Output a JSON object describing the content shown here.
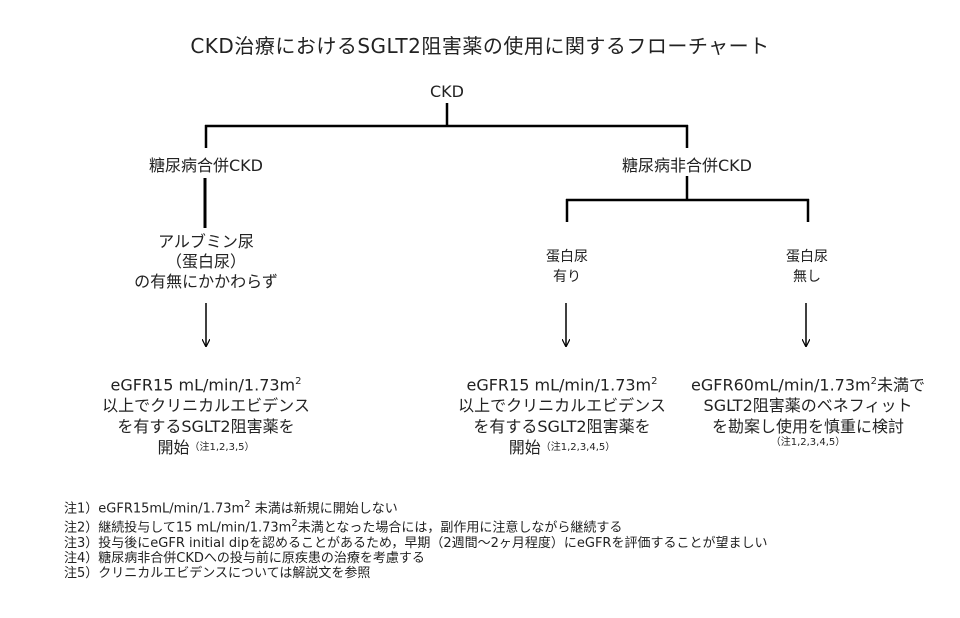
{
  "title": "CKD治療におけるSGLT2阻害薬の使用に関するフローチャート",
  "root": "CKD",
  "left_branch": {
    "label": "糖尿病合併CKD",
    "condition": [
      "アルブミン尿",
      "（蛋白尿）",
      "の有無にかかわらず"
    ],
    "outcome": {
      "line1": "eGFR15 mL/min/1.73m",
      "line1_sup": "2",
      "line2": "以上でクリニカルエビデンス",
      "line3": "を有するSGLT2阻害薬を",
      "line4": "開始",
      "note_ref": "（注1,2,3,5）"
    }
  },
  "right_branch": {
    "label": "糖尿病非合併CKD",
    "sub_left": {
      "condition": [
        "蛋白尿",
        "有り"
      ],
      "outcome": {
        "line1": "eGFR15 mL/min/1.73m",
        "line1_sup": "2",
        "line2": "以上でクリニカルエビデンス",
        "line3": "を有するSGLT2阻害薬を",
        "line4": "開始",
        "note_ref": "（注1,2,3,4,5）"
      }
    },
    "sub_right": {
      "condition": [
        "蛋白尿",
        "無し"
      ],
      "outcome": {
        "line1a": "eGFR60mL/min/1.73m",
        "line1_sup": "2",
        "line1b": "未満で",
        "line2": "SGLT2阻害薬のベネフィット",
        "line3": "を勘案し使用を慎重に検討",
        "note_ref": "（注1,2,3,4,5）"
      }
    }
  },
  "notes": [
    {
      "a": "注1）eGFR15mL/min/1.73m",
      "sup": "2",
      "b": " 未満は新規に開始しない"
    },
    {
      "a": "注2）継続投与して15 mL/min/1.73m",
      "sup": "2",
      "b": "未満となった場合には，副作用に注意しながら継続する"
    },
    {
      "a": "注3）投与後にeGFR initial dipを認めることがあるため，早期（2週間～2ヶ月程度）にeGFRを評価することが望ましい",
      "sup": "",
      "b": ""
    },
    {
      "a": "注4）糖尿病非合併CKDへの投与前に原疾患の治療を考慮する",
      "sup": "",
      "b": ""
    },
    {
      "a": "注5）クリニカルエビデンスについては解説文を参照",
      "sup": "",
      "b": ""
    }
  ]
}
